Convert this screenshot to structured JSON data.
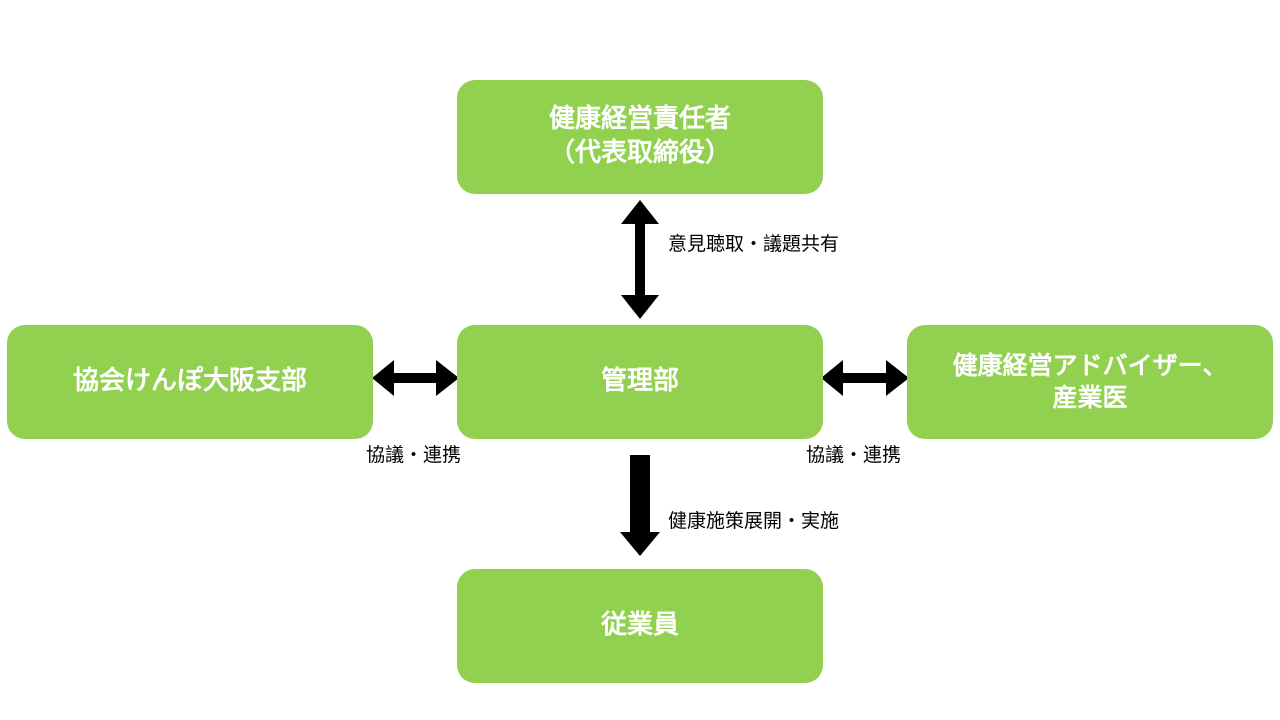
{
  "nodes": {
    "ceo": {
      "line1": "健康経営責任者",
      "line2": "（代表取締役）"
    },
    "management": {
      "label": "管理部"
    },
    "kyokai": {
      "label": "協会けんぽ大阪支部"
    },
    "advisor": {
      "line1": "健康経営アドバイザー、",
      "line2": "産業医"
    },
    "employees": {
      "label": "従業員"
    }
  },
  "edges": {
    "ceo_management": "意見聴取・議題共有",
    "kyokai_management": "協議・連携",
    "management_advisor": "協議・連携",
    "management_employees": "健康施策展開・実施"
  },
  "colors": {
    "node_fill": "#92d050",
    "node_text": "#ffffff",
    "arrow": "#000000"
  }
}
